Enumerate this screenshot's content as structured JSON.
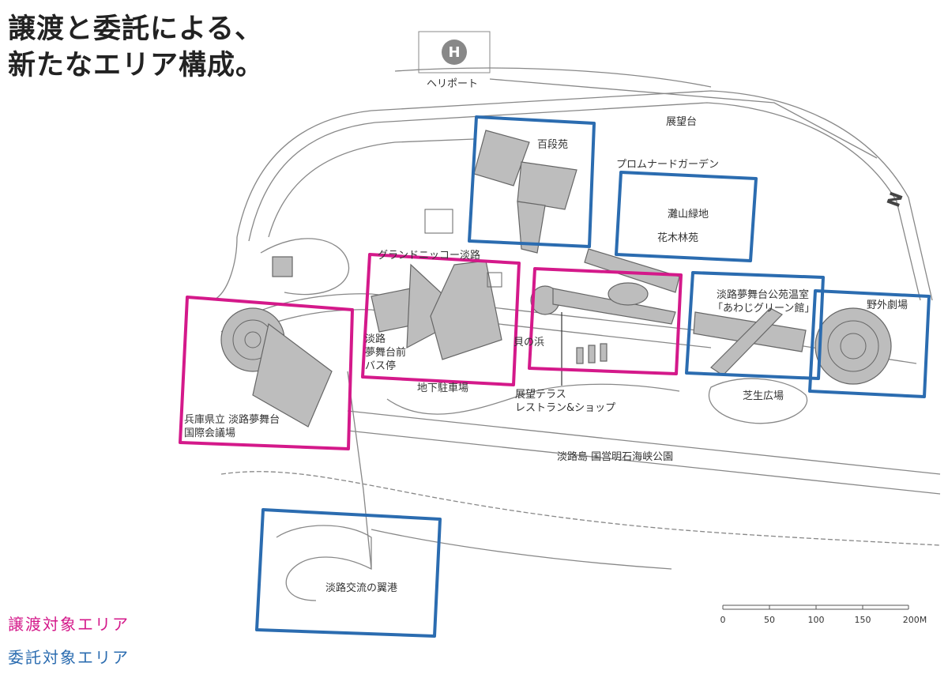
{
  "title": {
    "line1": "譲渡と委託による、",
    "line2": "新たなエリア構成。"
  },
  "legend": {
    "transfer": {
      "label": "譲渡対象エリア",
      "color": "#d4198a"
    },
    "consign": {
      "label": "委託対象エリア",
      "color": "#2b6cb0"
    }
  },
  "map": {
    "labels": {
      "heliport": "ヘリポート",
      "observatory": "展望台",
      "hyakudanen": "百段苑",
      "promenade": "プロムナードガーデン",
      "nadayama": "灘山緑地",
      "kabokurin": "花木林苑",
      "hotel": "グランドニッコー淡路",
      "bus_stop_1": "淡路",
      "bus_stop_2": "夢舞台前",
      "bus_stop_3": "バス停",
      "kainohama": "貝の浜",
      "parking": "地下駐車場",
      "terrace_1": "展望テラス",
      "terrace_2": "レストラン&ショップ",
      "conference_1": "兵庫県立 淡路夢舞台",
      "conference_2": "国際会議場",
      "greenhouse_1": "淡路夢舞台公苑温室",
      "greenhouse_2": "「あわじグリーン館」",
      "theater": "野外劇場",
      "lawn": "芝生広場",
      "national_park": "淡路島 国営明石海峡公園",
      "port": "淡路交流の翼港",
      "heliport_symbol": "H",
      "north_symbol": "N"
    },
    "scale": {
      "ticks": [
        "0",
        "50",
        "100",
        "150",
        "200M"
      ]
    }
  }
}
